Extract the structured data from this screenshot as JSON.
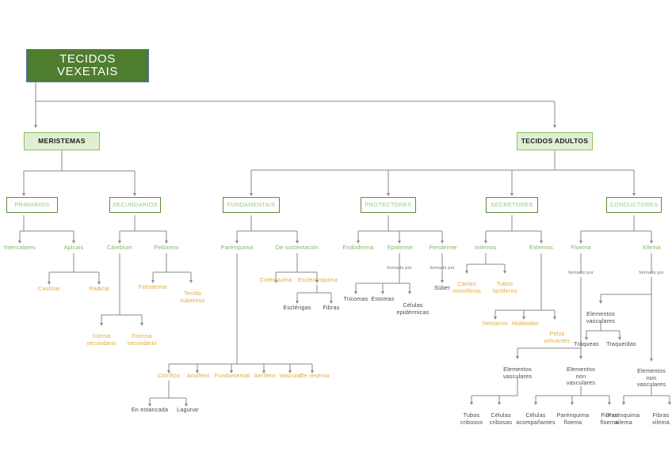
{
  "diagram": {
    "title": "TECIDOS VEXETAIS",
    "type": "hierarchical concept map",
    "palette": {
      "root_fill": "#4e7d2e",
      "root_border": "#4f6fa5",
      "root_text": "#ffffff",
      "level2_fill": "#dff0d2",
      "level2_border": "#8fbf62",
      "level3_border": "#5f8c3e",
      "level3_text": "#9cc47e",
      "green_text": "#7fb55c",
      "orange_text": "#e0a93c",
      "dark_text": "#4a4a4a",
      "connector": "#808080"
    }
  },
  "root": {
    "label": "TECIDOS VEXETAIS"
  },
  "level2": [
    {
      "label": "MERISTEMAS"
    },
    {
      "label": "TECIDOS ADULTOS"
    }
  ],
  "level3": [
    {
      "label": "PRIMARIOS"
    },
    {
      "label": "SECUNDARIOS"
    },
    {
      "label": "FUNDAMENTAIS"
    },
    {
      "label": "PROTECTORES"
    },
    {
      "label": "SECRETORES"
    },
    {
      "label": "CONDUCTORES"
    }
  ],
  "meristemas": {
    "primarios": {
      "children": [
        {
          "label": "Intercalares"
        },
        {
          "label": "Apicais",
          "children": [
            {
              "label": "Caulinar"
            },
            {
              "label": "Radical"
            }
          ]
        }
      ]
    },
    "secundarios": {
      "children": [
        {
          "label": "Cámbium",
          "children": [
            {
              "label": "Xilema\nsecundario"
            },
            {
              "label": "Floema\nsecundario"
            }
          ]
        },
        {
          "label": "Felóxeno",
          "children": [
            {
              "label": "Feloderme"
            },
            {
              "label": "Tecido\nsuberoso"
            }
          ]
        }
      ]
    }
  },
  "fundamentais": {
    "parenquima": {
      "label": "Parénquima",
      "children": [
        {
          "label": "Clorífico",
          "children": [
            {
              "label": "En estancada"
            },
            {
              "label": "Lagunar"
            }
          ]
        },
        {
          "label": "Acuífero"
        },
        {
          "label": "Fundamental"
        },
        {
          "label": "Aerífero"
        },
        {
          "label": "Vascular"
        },
        {
          "label": "De reserva"
        }
      ]
    },
    "sustentacion": {
      "label": "De sustentación",
      "children": [
        {
          "label": "Colénquima"
        },
        {
          "label": "Esclerénquima",
          "children": [
            {
              "label": "Esclérigas"
            },
            {
              "label": "Fibras"
            }
          ]
        }
      ]
    }
  },
  "protectores": {
    "children": [
      {
        "label": "Endoderma"
      },
      {
        "label": "Epiderme",
        "note": "formado por",
        "children": [
          {
            "label": "Tricomas"
          },
          {
            "label": "Estomas"
          },
          {
            "label": "Células\nepidérmicas"
          }
        ]
      },
      {
        "label": "Periderme",
        "note": "formado por",
        "children": [
          {
            "label": "Súber"
          }
        ]
      }
    ]
  },
  "secretores": {
    "children": [
      {
        "label": "Internos",
        "children": [
          {
            "label": "Canles\nresiníferos"
          },
          {
            "label": "Tubos\nlactíferos"
          }
        ]
      },
      {
        "label": "Externos",
        "children": [
          {
            "label": "Nectarios"
          },
          {
            "label": "Hidátodos"
          },
          {
            "label": "Pelos\nurticantes"
          }
        ]
      }
    ]
  },
  "conductores": {
    "floema": {
      "label": "Floema",
      "note": "formado por",
      "children": [
        {
          "label": "Elementos\nvasculares",
          "children": [
            {
              "label": "Tubos\ncribosos"
            },
            {
              "label": "Células\ncribosas"
            }
          ]
        },
        {
          "label": "Elementos\nnon\nvasculares",
          "children": [
            {
              "label": "Células\nacompañantes"
            },
            {
              "label": "Parénquima\nfloema"
            },
            {
              "label": "Fibras\nfloema"
            }
          ]
        }
      ]
    },
    "xilema": {
      "label": "Xilema",
      "note": "formado por",
      "children": [
        {
          "label": "Elementos\nvasculares",
          "children": [
            {
              "label": "Tráqueas"
            },
            {
              "label": "Traqueidas"
            }
          ]
        },
        {
          "label": "Elementos\nnon\nvasculares",
          "children": [
            {
              "label": "Parénquima\nxilema"
            },
            {
              "label": "Fibras\nxilema"
            }
          ]
        }
      ]
    }
  }
}
